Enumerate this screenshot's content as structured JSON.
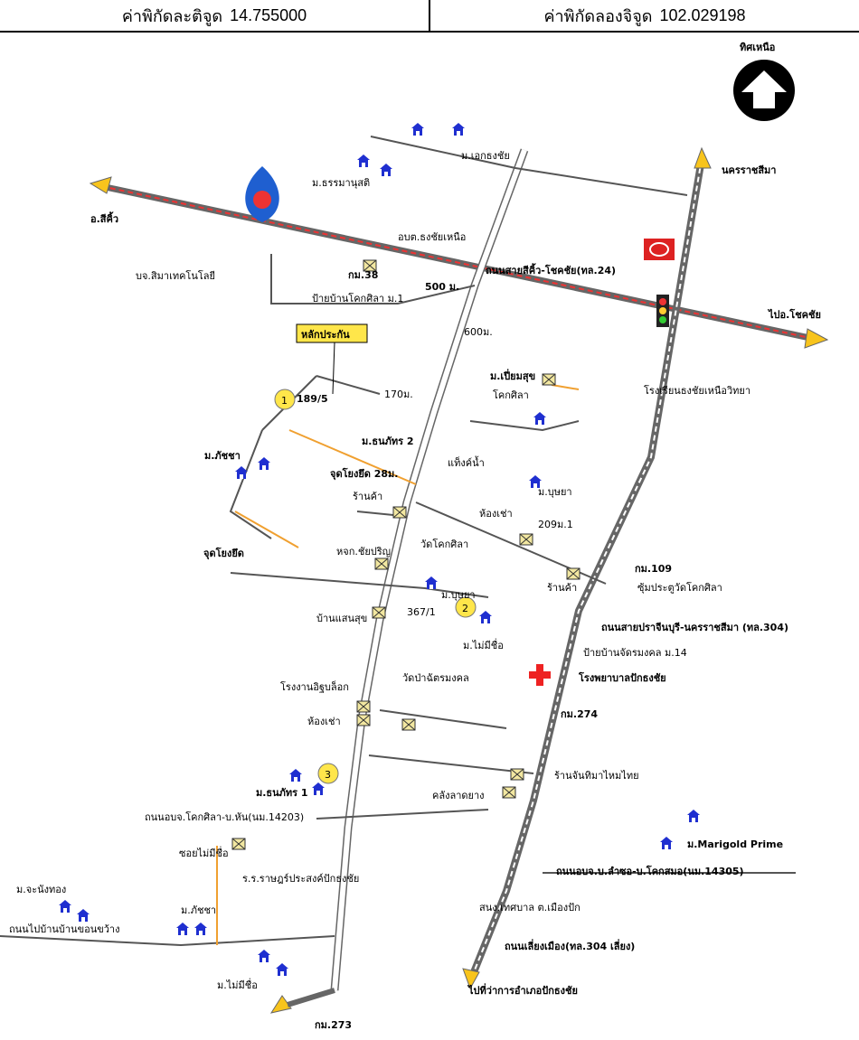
{
  "header": {
    "lat_label": "ค่าพิกัดละติจูด",
    "lat_value": "14.755000",
    "lon_label": "ค่าพิกัดลองจิจูด",
    "lon_value": "102.029198"
  },
  "map": {
    "north_label": "ทิศเหนือ",
    "places": {
      "nakhon_ratchasima": "นครราชสีมา",
      "sikhio": "อ.สีคิ้ว",
      "chokchai": "ไปอ.โชคชัย",
      "prakhon_chai": "ไปที่ว่าการอำเภอปักธงชัย",
      "mu_ekthongchai": "ม.เอกธงชัย",
      "mu_thammanusit": "ม.ธรรมานุสติ",
      "obt_thongchai": "อบต.ธงชัยเหนือ",
      "company": "บจ.สิมาเทคโนโลยี",
      "km38": "กม.38",
      "dist_500": "500 ม.",
      "bus_stop_1": "ป้ายบ้านโคกศิลา ม.1",
      "dist_600": "600ม.",
      "main_road": "ถนนสายสีคิ้ว-โชคชัย(ทล.24)",
      "marker_label": "หลักประกัน",
      "addr_189": "189/5",
      "dist_170": "170ม.",
      "mu_thanapat2": "ม.ธนภัทร 2",
      "start_point": "จุดโยงยึด 28ม.",
      "tank": "แท็งค์น้ำ",
      "mu_phatcha": "ม.ภัชชา",
      "shop1": "ร้านค้า",
      "wat_khoksila": "วัดโคกศิลา",
      "room1": "ห้องเช่า",
      "addr_209": "209ม.1",
      "mu_pueamsuk": "ม.เปี่ยมสุข",
      "khoksila": "โคกศิลา",
      "school_thongchai": "โรงเรียนธงชัยเหนือวิทยา",
      "mu_bunya1": "ม.บุษยา",
      "anchor": "จุดโยงยึด",
      "pha_chakphan": "หจก.ชัยปริญ",
      "mu_bunya2": "ม.บุษยา",
      "km109": "กม.109",
      "arch": "ซุ้มประตูวัดโคกศิลา",
      "shop2": "ร้านค้า",
      "ban_saensuk": "บ้านแสนสุข",
      "addr_367": "367/1",
      "mu_maimeechue": "ม.ไม่มีชื่อ",
      "road_304": "ถนนสายปราจีนบุรี-นครราชสีมา (ทล.304)",
      "bus_stop_14": "ป้ายบ้านจัดรมงคล ม.14",
      "wat_chatmongkol": "วัดป่าฉัตรมงคล",
      "hospital": "โรงพยาบาลปักธงชัย",
      "brick": "โรงงานอิฐบล็อก",
      "room2": "ห้องเช่า",
      "km274": "กม.274",
      "shop_thai": "ร้านจันทิมาไหมไทย",
      "mu_thanapat1": "ม.ธนภัทร 1",
      "khlong": "คลังลาดยาง",
      "road_14203": "ถนนอบจ.โคกศิลา-บ.หัน(นม.14203)",
      "marigold": "ม.Marigold Prime",
      "soi": "ซอยไม่มีชื่อ",
      "school_ratprasong": "ร.ร.ราษฎร์ประสงค์ปักธงชัย",
      "road_14305": "ถนนอบจ.บ.ลำซอ-บ.โคกสมอ(นม.14305)",
      "mu_chanthong": "ม.จะนังทอง",
      "mu_phatcha2": "ม.ภัชชา",
      "road_khwang": "ถนนไปบ้านบ้านขอนขว้าง",
      "municipality": "สนง.เทศบาล ต.เมืองปัก",
      "road_304_b": "ถนนเลี่ยงเมือง(ทล.304 เลี่ยง)",
      "mu_maimeechue2": "ม.ไม่มีชื่อ",
      "km273": "กม.273"
    },
    "markers": [
      "1",
      "2",
      "3"
    ]
  }
}
